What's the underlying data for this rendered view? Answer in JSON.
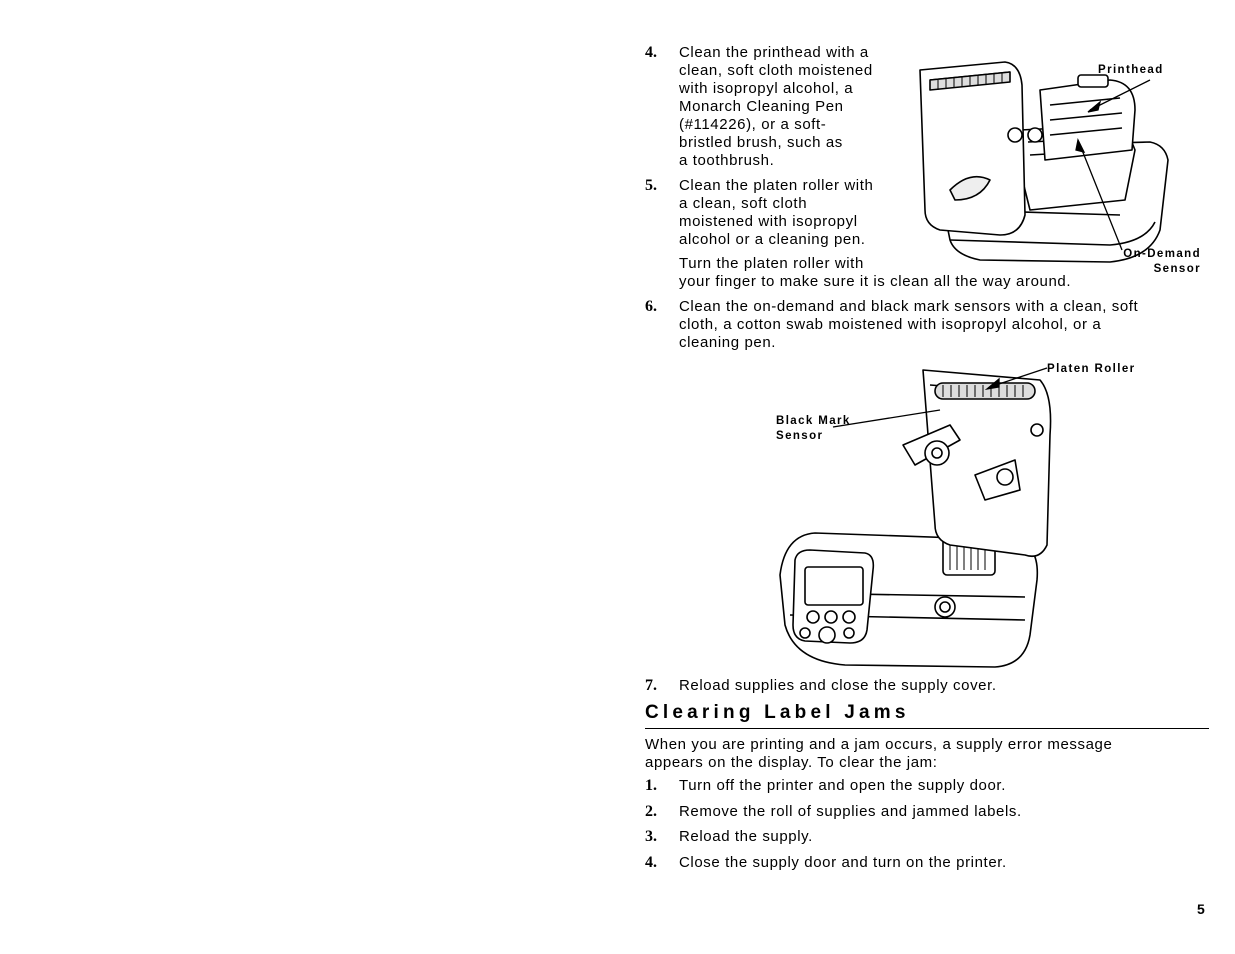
{
  "steps_top": [
    {
      "num": "4.",
      "text": "Clean the printhead with a\nclean, soft cloth moistened\nwith isopropyl alcohol, a\nMonarch Cleaning Pen\n(#114226), or a soft-\nbristled brush, such as\na toothbrush."
    },
    {
      "num": "5.",
      "text": "Clean the platen roller with\na clean, soft cloth\nmoistened with isopropyl\nalcohol or a cleaning pen."
    },
    {
      "num": "",
      "text": "Turn the platen roller with\nyour finger to make sure it is clean all the way around."
    },
    {
      "num": "6.",
      "text": "Clean the on-demand and black mark sensors with a clean, soft\ncloth, a cotton swab moistened with isopropyl alcohol, or a\ncleaning pen."
    },
    {
      "num": "7.",
      "text": "Reload supplies and close the supply cover."
    }
  ],
  "figure1": {
    "label_printhead": "Printhead",
    "label_on_demand": "On-Demand\nSensor"
  },
  "figure2": {
    "label_platen": "Platen Roller",
    "label_black_mark": "Black Mark\nSensor"
  },
  "section": {
    "heading": "Clearing Label Jams",
    "intro": "When you are printing and a jam occurs, a supply error message\nappears on the display.  To clear the jam:",
    "steps": [
      {
        "num": "1.",
        "text": "Turn off the printer and open the supply door."
      },
      {
        "num": "2.",
        "text": "Remove the roll of supplies and jammed labels."
      },
      {
        "num": "3.",
        "text": "Reload the supply."
      },
      {
        "num": "4.",
        "text": "Close the supply door and turn on the printer."
      }
    ]
  },
  "page_number": "5"
}
